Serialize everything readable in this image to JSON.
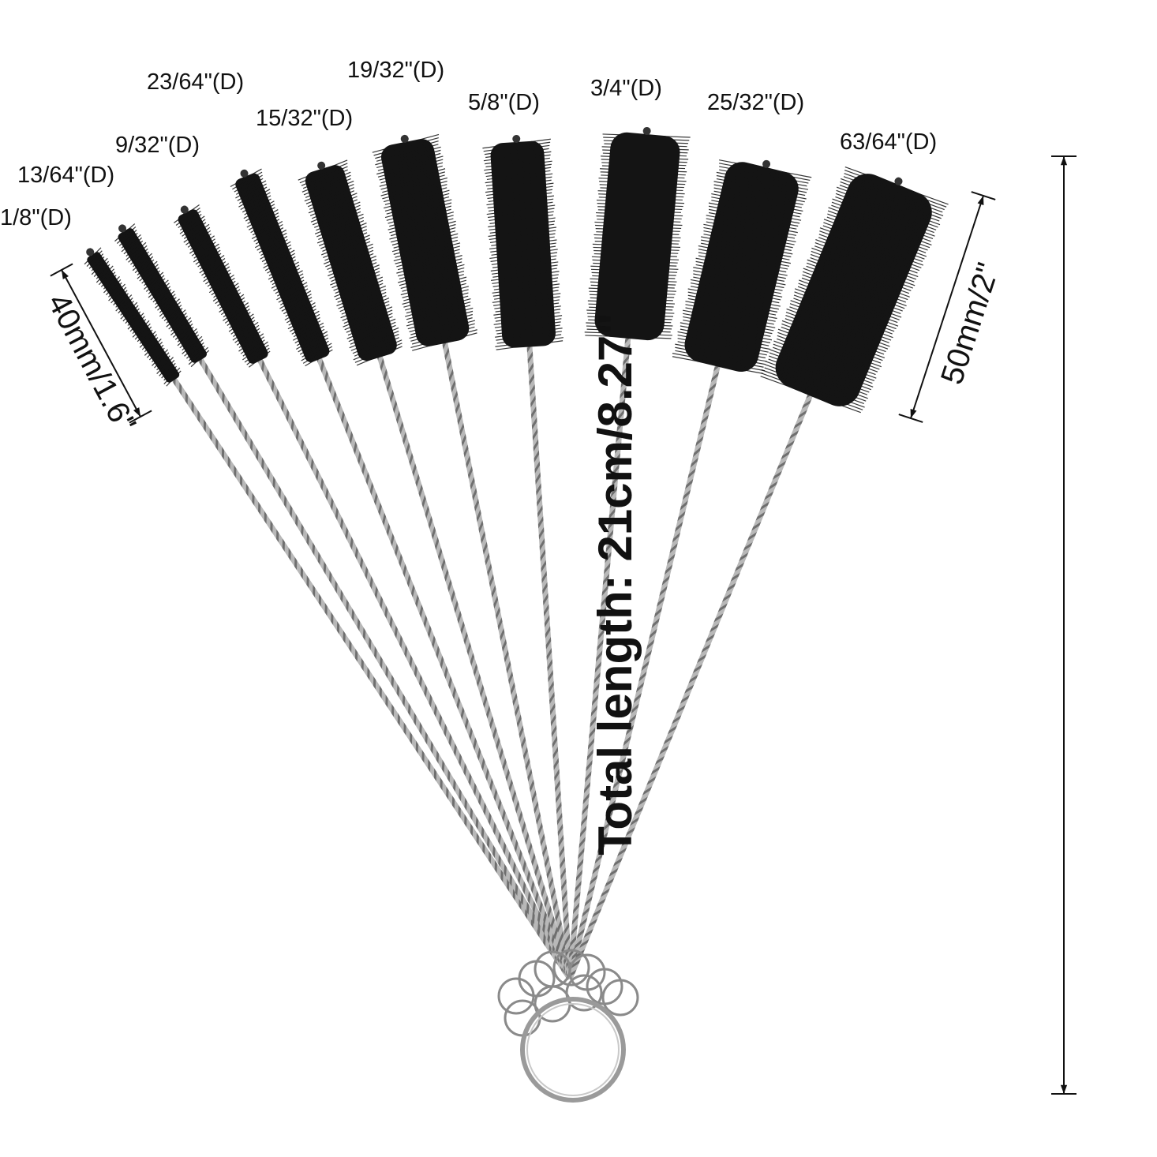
{
  "brushes": [
    {
      "label": "1/8\"(D)"
    },
    {
      "label": "13/64\"(D)"
    },
    {
      "label": "9/32\"(D)"
    },
    {
      "label": "23/64\"(D)"
    },
    {
      "label": "15/32\"(D)"
    },
    {
      "label": "19/32\"(D)"
    },
    {
      "label": "5/8\"(D)"
    },
    {
      "label": "3/4\"(D)"
    },
    {
      "label": "25/32\"(D)"
    },
    {
      "label": "63/64\"(D)"
    }
  ],
  "dimensions": {
    "short_brush_length": "40mm/1.6\"",
    "long_brush_length": "50mm/2\"",
    "total_length": "Total length: 21cm/8.27\""
  },
  "colors": {
    "bristle": "#141414",
    "wire": "#9a9a9a",
    "text": "#111111"
  }
}
